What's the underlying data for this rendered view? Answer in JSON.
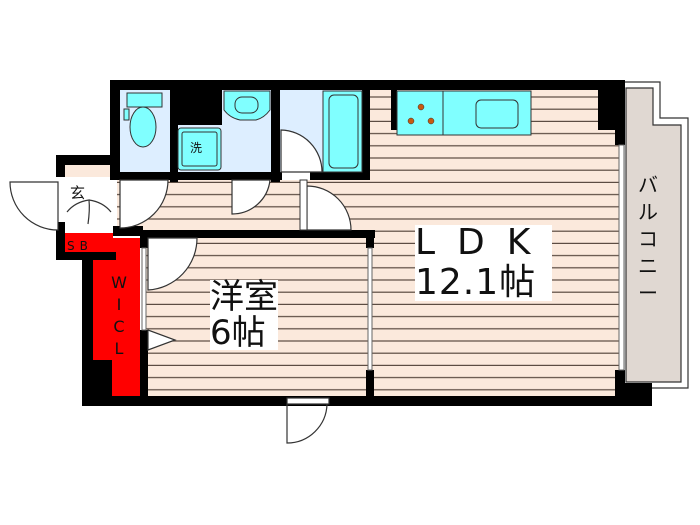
{
  "floor_plan": {
    "rooms": {
      "ldk": {
        "line1": "LDK",
        "line2": "12.1帖",
        "floor_color": "#fbe9dc"
      },
      "western_room": {
        "line1": "洋室",
        "line2": "6帖",
        "floor_color": "#fbe9dc"
      },
      "balcony": {
        "chars": [
          "バ",
          "ル",
          "コ",
          "ニ",
          "ー"
        ],
        "color": "#e0d8d2"
      },
      "entrance": {
        "label": "玄"
      },
      "shoe_box": {
        "label": "SB",
        "color": "#ff0000"
      },
      "walk_in_closet": {
        "chars": [
          "W",
          "I",
          "C",
          "L"
        ],
        "color": "#ff0000"
      },
      "washer": {
        "label": "洗"
      },
      "toilet": {
        "label": ""
      },
      "bathroom": {
        "label": ""
      },
      "kitchen": {
        "label": ""
      }
    },
    "colors": {
      "wall": "#000000",
      "wet_area": "#ddeeff",
      "fixture": "#80ffff",
      "stove_burner": "#c85a10",
      "hallway_floor": "#fbe9dc"
    }
  }
}
